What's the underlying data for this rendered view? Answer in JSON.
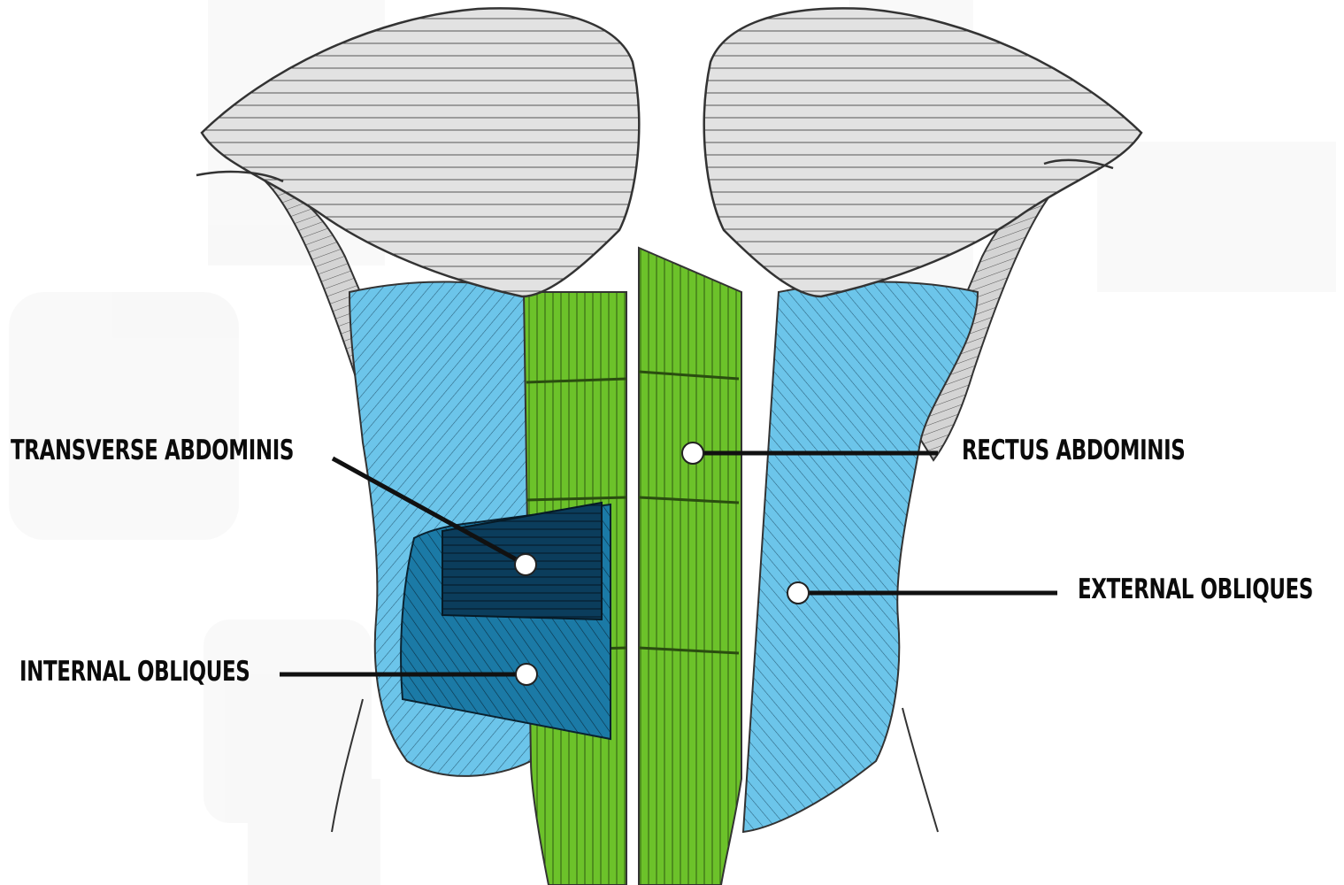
{
  "labels": {
    "transverse_abdominis": "TRANSVERSE ABDOMINIS",
    "internal_obliques": "INTERNAL OBLIQUES",
    "rectus_abdominis": "RECTUS ABDOMINIS",
    "external_obliques": "EXTERNAL OBLIQUES"
  },
  "colors": {
    "chest": "#dcdcdc",
    "serratus": "#d4d4d4",
    "rectus": "#6cc22a",
    "external_obliques": "#6cc5ea",
    "internal_obliques": "#1b7aa6",
    "transverse": "#0b3d5c",
    "outline": "#3a3a3a",
    "leader": "#111111"
  }
}
